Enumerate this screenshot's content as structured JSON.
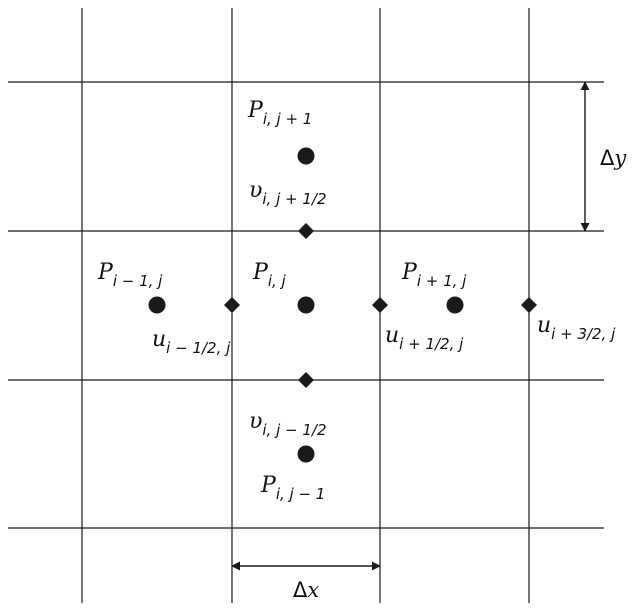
{
  "colors": {
    "line": "#1a1a1a",
    "text": "#111111",
    "background": "#ffffff"
  },
  "icons": {
    "pressure_node": "filled-circle",
    "velocity_node": "filled-diamond"
  },
  "labels": {
    "p_top": {
      "sym": "P",
      "sub": "i, j + 1"
    },
    "v_top": {
      "sym": "υ",
      "sub": "i, j + 1/2"
    },
    "p_left": {
      "sym": "P",
      "sub": "i − 1, j"
    },
    "p_center": {
      "sym": "P",
      "sub": "i, j"
    },
    "p_right": {
      "sym": "P",
      "sub": "i + 1, j"
    },
    "u_left": {
      "sym": "u",
      "sub": "i − 1/2, j"
    },
    "u_right": {
      "sym": "u",
      "sub": "i + 1/2, j"
    },
    "u_far": {
      "sym": "u",
      "sub": "i + 3/2, j"
    },
    "v_bottom": {
      "sym": "υ",
      "sub": "i, j − 1/2"
    },
    "p_bottom": {
      "sym": "P",
      "sub": "i, j − 1"
    },
    "delta_y": {
      "sym": "Δ",
      "var": "y"
    },
    "delta_x": {
      "sym": "Δ",
      "var": "x"
    }
  }
}
